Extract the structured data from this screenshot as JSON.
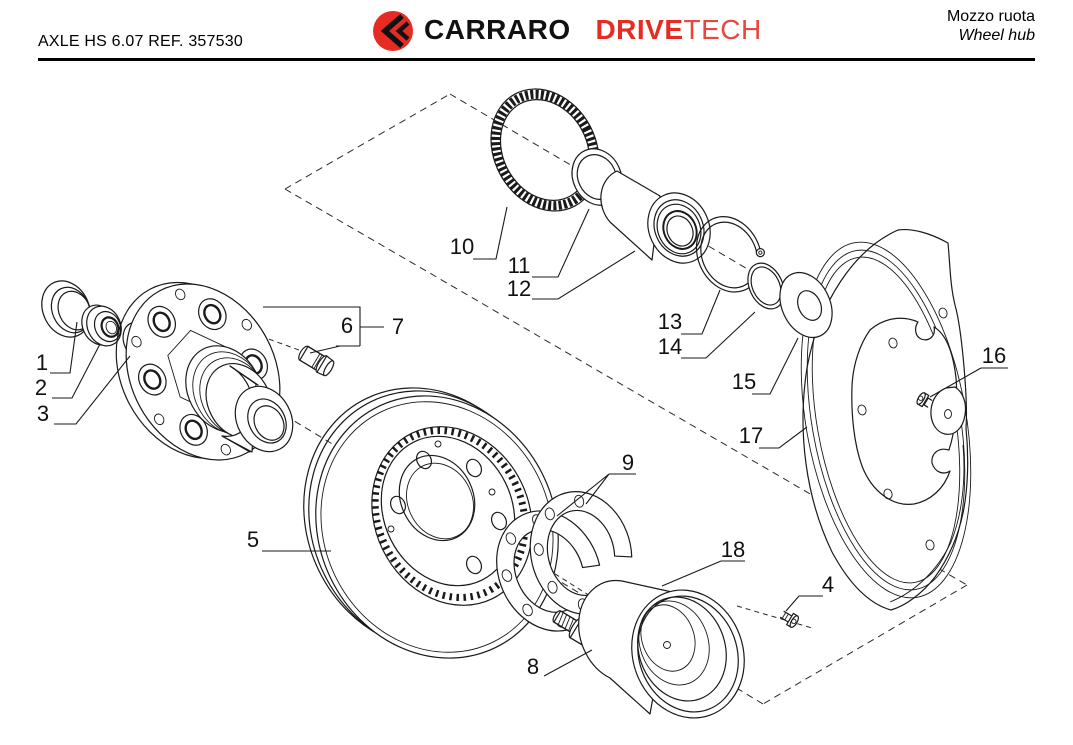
{
  "header": {
    "doc_ref": "AXLE HS 6.07 REF. 357530",
    "logo": {
      "brand": "CARRARO",
      "product_primary": "DRIVE",
      "product_secondary": "TECH"
    },
    "title_primary": "Mozzo ruota",
    "title_secondary": "Wheel hub"
  },
  "colors": {
    "logo_red": "#e62b22",
    "ink": "#1a1a1a",
    "paper": "#ffffff"
  },
  "diagram": {
    "type": "exploded-view",
    "subject": "wheel hub assembly",
    "callouts": [
      {
        "num": "1"
      },
      {
        "num": "2"
      },
      {
        "num": "3"
      },
      {
        "num": "4"
      },
      {
        "num": "5"
      },
      {
        "num": "6"
      },
      {
        "num": "7"
      },
      {
        "num": "8"
      },
      {
        "num": "9"
      },
      {
        "num": "10"
      },
      {
        "num": "11"
      },
      {
        "num": "12"
      },
      {
        "num": "13"
      },
      {
        "num": "14"
      },
      {
        "num": "15"
      },
      {
        "num": "16"
      },
      {
        "num": "17"
      },
      {
        "num": "18"
      }
    ]
  }
}
